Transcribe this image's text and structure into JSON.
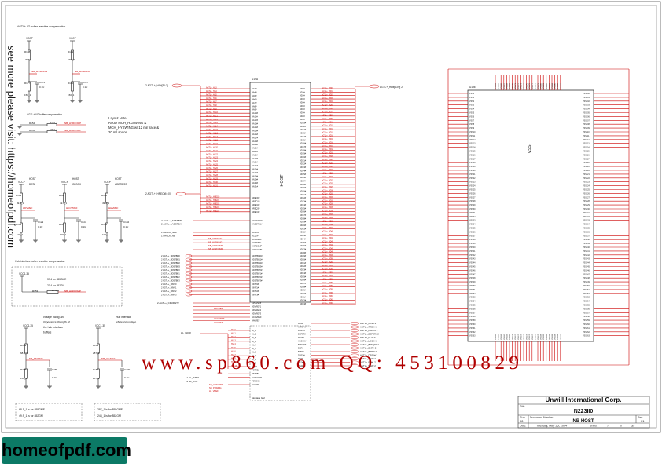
{
  "watermark": {
    "center_text": "www.sp860.com    QQ: 453100829",
    "side_text": "see more please visit: https://homeofpdf.com",
    "logo_text": "homeofpdf.com"
  },
  "titles": {
    "agtl_io": "AGTL+ I/O buffer resistive compensation",
    "agtl_io2": "AGTL+ I/O buffer compensation",
    "layout_note": [
      "Layout Note:",
      "Route MCH_HXSWING &",
      "MCH_HYSWING w/ 12 mil trace &",
      "20 mil space"
    ],
    "host_data": [
      "HOST",
      "DATA"
    ],
    "host_clock": [
      "HOST",
      "CLOCK"
    ],
    "host_address": [
      "HOST",
      "ADDRESS"
    ],
    "hub_rcomp": "Hub interface buffer resistive compensation",
    "hub_rcomp_notes": [
      "37.4 for 855GME",
      "27.4 for 852GM"
    ],
    "voltage_swing": [
      "voltage swing and",
      "impedance strength of",
      "the hub interface",
      "buffers"
    ],
    "hub_ref": [
      "Hub interface",
      "reference voltage"
    ],
    "note_box1": [
      "68.1_1 is for 855GME",
      "49.9_1 is for 852GM"
    ],
    "note_box2": [
      "287_1 is for 855GME",
      "243_1 is for 852GM"
    ],
    "u19a": "U19A",
    "u19e": "U19E",
    "host_block": "HOST",
    "vss_block": "VSS",
    "montara_gm": "Montara GM"
  },
  "nets": {
    "vccp": "VCCP",
    "vcc1_35": "VCC1.35",
    "hxswing": "NB_HXSWING",
    "hyswing": "NB_HYSWING",
    "hxrcomp": "NB_HXRCOMP",
    "hyrcomp": "NB_HYRCOMP",
    "hdvref": "HDVREF",
    "hccvref": "HCCVREF",
    "hhvref": "HHVREF",
    "hi_comp": "NB_HLRCOMP",
    "psw": "NB_PSWING",
    "hl_vref": "NB_HLVREF",
    "hl_vref2": "HL_VREF",
    "bus_a": "2  AGTL+_HA#[31:3]",
    "bus_d": "AGTL+_HD#[63:0]  2",
    "bus_req": "2  AGTL+_HREQ#[4:0]",
    "adstb0": "2  AGTL+_ADSTB#0",
    "adstb1": "2  AGTL+_ADSTB#1",
    "hclk_nb": "HCLK_NB#",
    "hclk_nb2": "HCLK_NB",
    "cpurst": "2  AGTL+_CPURST#",
    "hl_stb": "HL_STB#",
    "hl_stb2": "HL_STB",
    "hl_bus": "HL_[10:0]"
  },
  "resistors": {
    "r138": "R138",
    "r138v": "301_1",
    "r139": "R139",
    "r139v": "301_1",
    "r1xx": "R1??",
    "r1xxv": "150_1",
    "r140": "R140",
    "r140v": "150_1",
    "r154": "R154",
    "r154v": "27.4_1",
    "r155": "R155",
    "r155v": "27.4_1",
    "r133": "R133",
    "r133v": "49.9_1",
    "r142": "R142",
    "r142v": "49.9_1",
    "r136": "R136",
    "r136v": "49.9_1",
    "r131": "R131",
    "r131v": "100_1",
    "r137": "R137",
    "r137v": "100_1",
    "r141": "R141",
    "r141v": "100_1",
    "r153": "R153",
    "r153v": "27.4_1",
    "r149": "R149",
    "r149v": "68.1_1",
    "r203": "R203",
    "r203v": "287_1",
    "r205": "R205",
    "r205v": "150_1",
    "r157": "R157",
    "r157v": "287_1"
  },
  "caps": {
    "c172": "C172",
    "c137": "C137",
    "c129": "C129",
    "c141": "C141",
    "c142": "C142",
    "c286": "C286",
    "c230": "C230",
    "val": "0.1U"
  },
  "title_block": {
    "company": "Unwill International Corp.",
    "title_label": "Title",
    "title": "N223II0",
    "size_label": "Size",
    "docnum_label": "Document Number",
    "doc": "NB HOST",
    "rev_label": "Rev",
    "rev": "01",
    "date_label": "Date:",
    "date": "Tuesday, May 25, 2004",
    "sheet_label": "Sheet",
    "sheet": "7",
    "of": "of",
    "total": "39",
    "size": "A3"
  },
  "host_pins_left": [
    "HA3#",
    "HA4#",
    "HA5#",
    "HA6#",
    "HA7#",
    "HA8#",
    "HA9#",
    "HA10#",
    "HA11#",
    "HA12#",
    "HA13#",
    "HA14#",
    "HA15#",
    "HA16#",
    "HA17#",
    "HA18#",
    "HA19#",
    "HA20#",
    "HA21#",
    "HA22#",
    "HA23#",
    "HA24#",
    "HA25#",
    "HA26#",
    "HA27#",
    "HA28#",
    "HA29#",
    "HA30#",
    "HA31#"
  ],
  "host_pins_left2": [
    "HREQ0#",
    "HREQ1#",
    "HREQ2#",
    "HREQ3#",
    "HREQ4#"
  ],
  "host_pins_left3": [
    "HADSTB0#",
    "HADSTB1#"
  ],
  "host_pins_left4": [
    "HCLKN",
    "HCLKP",
    "HXSWING",
    "HYSWING",
    "HXRCOMP",
    "HYRCOMP"
  ],
  "host_pins_left5": [
    "HDSTBN0#",
    "HDSTBN1#",
    "HDSTBN2#",
    "HDSTBN3#",
    "HDSTBP0#",
    "HDSTBP1#",
    "HDSTBP2#",
    "HDSTBP3#",
    "DINV0#",
    "DINV1#",
    "DINV2#",
    "DINV3#"
  ],
  "host_pins_left6": [
    "CPURST#",
    "HDVREF1",
    "HDVREF2",
    "HDVREF3",
    "HCCVREF",
    "HAVREF"
  ],
  "hub_pins": [
    "HI_0",
    "HI_1",
    "HI_2",
    "HI_3",
    "HI_4",
    "HI_5",
    "HI_6",
    "HI_7",
    "HI_8",
    "HI_9",
    "HI_10",
    "PSTRB#",
    "PSTRB",
    "HLRCOMP",
    "PSWING",
    "HLVREF"
  ],
  "host_pins_right": [
    "HD0#",
    "HD1#",
    "HD2#",
    "HD3#",
    "HD4#",
    "HD5#",
    "HD6#",
    "HD7#",
    "HD8#",
    "HD9#",
    "HD10#",
    "HD11#",
    "HD12#",
    "HD13#",
    "HD14#",
    "HD15#",
    "HD16#",
    "HD17#",
    "HD18#",
    "HD19#",
    "HD20#",
    "HD21#",
    "HD22#",
    "HD23#",
    "HD24#",
    "HD25#",
    "HD26#",
    "HD27#",
    "HD28#",
    "HD29#",
    "HD30#",
    "HD31#",
    "HD32#",
    "HD33#",
    "HD34#",
    "HD35#",
    "HD36#",
    "HD37#",
    "HD38#",
    "HD39#",
    "HD40#",
    "HD41#",
    "HD42#",
    "HD43#",
    "HD44#",
    "HD45#",
    "HD46#",
    "HD47#",
    "HD48#",
    "HD49#",
    "HD50#",
    "HD51#",
    "HD52#",
    "HD53#",
    "HD54#",
    "HD55#",
    "HD56#",
    "HD57#",
    "HD58#",
    "HD59#",
    "HD60#",
    "HD61#",
    "HD62#",
    "HD63#"
  ],
  "ctrl_pins": [
    "ADS#",
    "HTRDY#",
    "DRDY#",
    "DEFER#",
    "HITM#",
    "HLOCK#",
    "BREQ0#",
    "BNR#",
    "BPRI#",
    "DBSY#",
    "RS0#",
    "RS1#",
    "RS2#"
  ],
  "ctrl_nets": [
    "AGTL+_ADS#  2",
    "AGTL+_TRDY#  2",
    "AGTL+_DRDY#  2",
    "AGTL+_DEFER#  2",
    "AGTL+_HITM  2",
    "AGTL+_LOCK#  2",
    "AGTL+_BREQ0#  2",
    "AGTL+_BNR#  2",
    "AGTL+_BPRI#  2",
    "AGTL+_DBSY#  2",
    "AGTL+_RS#0  2",
    "AGTL+_RS#1  2",
    "AGTL+_RS#2  2"
  ],
  "vss_left_pins": [
    "VSS0",
    "VSS1",
    "VSS2",
    "VSS3",
    "VSS4",
    "VSS5",
    "VSS6",
    "VSS7",
    "VSS8",
    "VSS9",
    "VSS10",
    "VSS11",
    "VSS12",
    "VSS13",
    "VSS14",
    "VSS15",
    "VSS16",
    "VSS17",
    "VSS18",
    "VSS19",
    "VSS20",
    "VSS21",
    "VSS22",
    "VSS23",
    "VSS24",
    "VSS25",
    "VSS26",
    "VSS27",
    "VSS28",
    "VSS29",
    "VSS30",
    "VSS31",
    "VSS32",
    "VSS33",
    "VSS34",
    "VSS35",
    "VSS36",
    "VSS37",
    "VSS38",
    "VSS39",
    "VSS40",
    "VSS41",
    "VSS42",
    "VSS43",
    "VSS44",
    "VSS45",
    "VSS46",
    "VSS47",
    "VSS48",
    "VSS49",
    "VSS50",
    "VSS51",
    "VSS52",
    "VSS53",
    "VSS54",
    "VSS55",
    "VSS56",
    "VSS57",
    "VSS58",
    "VSS59",
    "VSS60",
    "VSS61",
    "VSS62",
    "VSS63"
  ],
  "vss_right_pins": [
    "VSS100",
    "VSS101",
    "VSS102",
    "VSS103",
    "VSS104",
    "VSS105",
    "VSS106",
    "VSS107",
    "VSS108",
    "VSS109",
    "VSS110",
    "VSS111",
    "VSS112",
    "VSS113",
    "VSS114",
    "VSS115",
    "VSS116",
    "VSS117",
    "VSS118",
    "VSS119",
    "VSS120",
    "VSS121",
    "VSS122",
    "VSS123",
    "VSS124",
    "VSS125",
    "VSS126",
    "VSS127",
    "VSS128",
    "VSS129",
    "VSS130",
    "VSS131",
    "VSS132",
    "VSS133",
    "VSS134",
    "VSS135",
    "VSS136",
    "VSS137",
    "VSS138",
    "VSS139",
    "VSS140",
    "VSS141",
    "VSS142",
    "VSS143",
    "VSS144",
    "VSS145",
    "VSS146",
    "VSS147",
    "VSS148",
    "VSS149",
    "VSS150",
    "VSS151",
    "VSS152",
    "VSS153",
    "VSS154",
    "VSS155",
    "VSS156",
    "VSS157",
    "VSS158",
    "VSS159",
    "VSS160",
    "VSS161",
    "VSS162",
    "VSS163"
  ],
  "colors": {
    "wire": "#202020",
    "net_red": "#cc0000",
    "component": "#1a1a1a",
    "accent_block": "#0c7a66",
    "border": "#333333"
  }
}
